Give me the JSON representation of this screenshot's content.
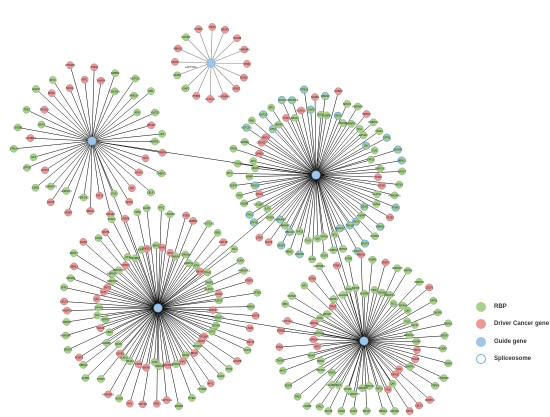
{
  "legend": [
    {
      "key": "rbp",
      "label": "RBP",
      "color": "#a9d08e"
    },
    {
      "key": "driver",
      "label": "Driver Cancer gene",
      "color": "#ea9999"
    },
    {
      "key": "guide",
      "label": "Guide gene",
      "color": "#9fc5e8"
    },
    {
      "key": "splice",
      "label": "Spliceosome",
      "color": "#6fb3d9"
    }
  ],
  "network": {
    "hubs": [
      {
        "id": "hub-top-small",
        "label": "LAPTM4A",
        "type": "guide",
        "neighbors": 16,
        "driver_ratio": 0.75
      },
      {
        "id": "hub-left",
        "label": "",
        "type": "guide",
        "neighbors": 44,
        "driver_ratio": 0.35
      },
      {
        "id": "hub-right",
        "label": "",
        "type": "guide",
        "neighbors": 90,
        "driver_ratio": 0.1
      },
      {
        "id": "hub-bottom-left",
        "label": "",
        "type": "guide",
        "neighbors": 100,
        "driver_ratio": 0.35
      },
      {
        "id": "hub-bottom-right",
        "label": "",
        "type": "guide",
        "neighbors": 80,
        "driver_ratio": 0.2
      }
    ],
    "gene_labels": [
      "TPM3",
      "NONO",
      "SRSF1",
      "HNRNPA1",
      "ELAVL1",
      "PTBP1",
      "U2AF2",
      "SF3B1",
      "DDX5",
      "RBM10",
      "KHSRP",
      "PCBP2",
      "YBX1",
      "SRSF3",
      "TRA2B",
      "HNRNPK",
      "SNRPD1",
      "PRPF8",
      "NCL",
      "PABPC1",
      "EIF4A3",
      "CELF1",
      "QKI",
      "SFPQ",
      "FUS",
      "EWSR1",
      "TAF15",
      "MBNL1",
      "RBFOX2",
      "SRSF7",
      "HNRNPC",
      "DHX9",
      "SNRNP70",
      "LSM2",
      "CPSF6",
      "ZFP36",
      "ILF3",
      "STAU1",
      "IGF2BP1",
      "LIN28B",
      "KRAS",
      "TP53",
      "PIK3CA",
      "EGFR",
      "BRAF",
      "MYC",
      "NRAS",
      "CTNNB1",
      "APC",
      "PTEN",
      "SMAD4",
      "ERBB2",
      "CDKN2A",
      "NOTCH1",
      "ARID1A",
      "RB1",
      "ATM",
      "KMT2D",
      "FBXW7",
      "NF1"
    ]
  }
}
